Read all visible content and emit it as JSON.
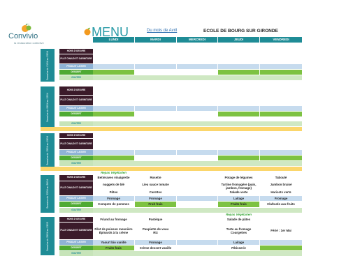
{
  "header": {
    "logo_text": "Convivio",
    "logo_tagline": "la restauration collective",
    "menu_title": "MENU",
    "subtitle": "Du mois de Avril",
    "school": "ECOLE DE BOURG SUR GIRONDE"
  },
  "days": [
    "LUNDI",
    "MARDI",
    "MERCREDI",
    "JEUDI",
    "VENDREDI"
  ],
  "weeks": [
    {
      "side_label": "Semaine du 01/04 au 05/04",
      "rows": [
        {
          "label": "HORS D'OEUVRE",
          "cells": [
            "",
            "",
            "",
            "",
            ""
          ]
        },
        {
          "label": "PLAT CHAUD ET GARNITURE",
          "cells": [
            "",
            "",
            "",
            "",
            ""
          ]
        },
        {
          "label": "PRODUIT LAITIER",
          "cells": [
            "",
            "",
            "",
            "",
            ""
          ]
        },
        {
          "label": "DESSERT",
          "cells": [
            "",
            "",
            "",
            "",
            ""
          ]
        },
        {
          "label": "GOUTER",
          "cells": [
            "",
            "",
            "",
            "",
            ""
          ]
        }
      ]
    },
    {
      "side_label": "Semaine du 08/04 au 12/04",
      "rows": [
        {
          "label": "HORS D'OEUVRE",
          "cells": [
            "",
            "",
            "",
            "",
            ""
          ]
        },
        {
          "label": "PLAT CHAUD ET GARNITURE",
          "cells": [
            "",
            "",
            "",
            "",
            ""
          ]
        },
        {
          "label": "PRODUIT LAITIER",
          "cells": [
            "",
            "",
            "",
            "",
            ""
          ]
        },
        {
          "label": "DESSERT",
          "cells": [
            "",
            "",
            "",
            "",
            ""
          ]
        },
        {
          "label": "GOUTER",
          "cells": [
            "",
            "",
            "",
            "",
            ""
          ]
        }
      ]
    },
    {
      "side_label": "Semaine du 15/04 au 19/04",
      "rows": [
        {
          "label": "HORS D'OEUVRE",
          "cells": [
            "",
            "",
            "",
            "",
            ""
          ]
        },
        {
          "label": "PLAT CHAUD ET GARNITURE",
          "cells": [
            "",
            "",
            "",
            "",
            ""
          ]
        },
        {
          "label": "PRODUIT LAITIER",
          "cells": [
            "",
            "",
            "",
            "",
            ""
          ]
        },
        {
          "label": "DESSERT",
          "cells": [
            "",
            "",
            "",
            "",
            ""
          ]
        },
        {
          "label": "GOUTER",
          "cells": [
            "",
            "",
            "",
            "",
            ""
          ]
        }
      ]
    },
    {
      "side_label": "Semaine du 22/04 au 26/04",
      "veg_label": "Repas Végétarien",
      "rows": [
        {
          "label": "HORS D'OEUVRE",
          "cells": [
            "Betteraves vinaigrette",
            "Rosette",
            "",
            "Potage de légumes",
            "Taboulé"
          ]
        },
        {
          "label": "PLAT CHAUD ET GARNITURE",
          "cells": [
            "nuggets de blé\n\nPâtes",
            "Lieu sauce tomate\n\nCarottes",
            "",
            "Tartine fromagère (pain, jambon, fromage)\nSalade verte",
            "Jambon braisé\n\nHaricots verts"
          ]
        },
        {
          "label": "PRODUIT LAITIER",
          "cells": [
            "Fromage",
            "Fromage",
            "",
            "Laitage",
            "Fromage"
          ]
        },
        {
          "label": "DESSERT",
          "cells": [
            "Compote de pommes",
            "Fruit frais",
            "",
            "Fruits frais",
            "Clafoutis aux fruits"
          ]
        },
        {
          "label": "GOUTER",
          "cells": [
            "",
            "",
            "",
            "",
            ""
          ]
        }
      ]
    },
    {
      "side_label": "Semaine du 29/04 au 03/05",
      "veg_label": "Repas Végétarien",
      "rows": [
        {
          "label": "HORS D'OEUVRE",
          "cells": [
            "Friand au fromage",
            "Pastèque",
            "",
            "Salade de pâtes",
            ""
          ]
        },
        {
          "label": "PLAT CHAUD ET GARNITURE",
          "cells": [
            "Filet de poisson meunière\nÉpinards à la crème",
            "Paupiette de veau\nRiz",
            "",
            "Torte au fromage\nCourgettes",
            "Férié : 1er Mai"
          ]
        },
        {
          "label": "PRODUIT LAITIER",
          "cells": [
            "Yaourt bio vanille",
            "Fromage",
            "",
            "Laitage",
            ""
          ]
        },
        {
          "label": "DESSERT",
          "cells": [
            "Fruits frais",
            "Crème dessert vanille",
            "",
            "Pâtisserie",
            ""
          ]
        },
        {
          "label": "GOUTER",
          "cells": [
            "",
            "",
            "",
            "",
            ""
          ]
        }
      ]
    }
  ],
  "colors": {
    "teal": "#1f8c96",
    "dark_label": "#3b1b2a",
    "dairy_blue": "#8fb3d6",
    "dessert_green": "#4faa33",
    "snack_pale": "#c7e4b9",
    "separator_yellow": "#fbd66b"
  }
}
